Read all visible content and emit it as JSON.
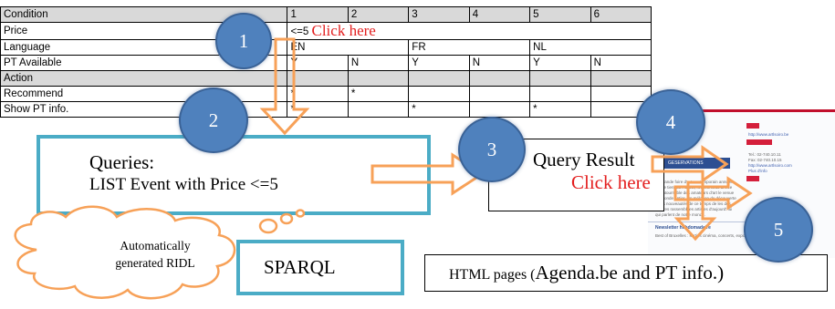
{
  "table": {
    "header": [
      "Condition",
      "1",
      "2",
      "3",
      "4",
      "5",
      "6"
    ],
    "rows": {
      "price": {
        "label": "Price",
        "value": "<=5",
        "link": "Click here"
      },
      "language": {
        "label": "Language",
        "cells": [
          "EN",
          "FR",
          "NL"
        ]
      },
      "pt_available": {
        "label": "PT Available",
        "cells": [
          "Y",
          "N",
          "Y",
          "N",
          "Y",
          "N"
        ]
      },
      "action": {
        "label": "Action"
      },
      "recommend": {
        "label": "Recommend",
        "cells": [
          "*",
          "*",
          "",
          "",
          "",
          ""
        ]
      },
      "show_pt": {
        "label": "Show PT info.",
        "cells": [
          "*",
          "",
          "*",
          "",
          "*",
          ""
        ]
      }
    }
  },
  "steps": [
    "1",
    "2",
    "3",
    "4",
    "5"
  ],
  "queries_box": {
    "title": "Queries:",
    "body": "LIST Event with Price <=5"
  },
  "query_result": {
    "title": "Query Result",
    "link": "Click here"
  },
  "cloud": {
    "line1": "Automatically",
    "line2": "generated RIDL"
  },
  "sparql": {
    "label": "SPARQL"
  },
  "html_pages": {
    "prefix": "HTML pages (",
    "main": "Agenda.be and PT info.)"
  },
  "screenshot": {
    "url1": "http://www.artlsoiro.be",
    "phone1": "Tel.: 02-740.10.11",
    "phone2": "Fax: 02-740.10.15",
    "url2": "http://www.artlsoiro.com",
    "plus": "Plus d'info",
    "bar_label": "GESERVATIONS",
    "para": [
      "La grande foire d'art contemporain annuelle",
      "qui se tient au Heysel, réunira cette année",
      "incontournable des amateurs d'art le venue",
      "du monde entier. Un mélange de découverte",
      "et les nouveautés de ce temps de les dés",
      "œuvres rassemblées artistes d'aujourd'hui",
      "qui parlent de notre monde."
    ],
    "news_title": "Newsletter hebdomadaire",
    "news_text": "Best of Bruxelles : sorties cinéma, concerts, expos,"
  },
  "colors": {
    "arrow_orange": "#f7a158",
    "box_blue": "#4bacc6",
    "circle_blue": "#4f81bd",
    "link_red": "#e31e1e",
    "banner_red": "#c10f2c"
  }
}
